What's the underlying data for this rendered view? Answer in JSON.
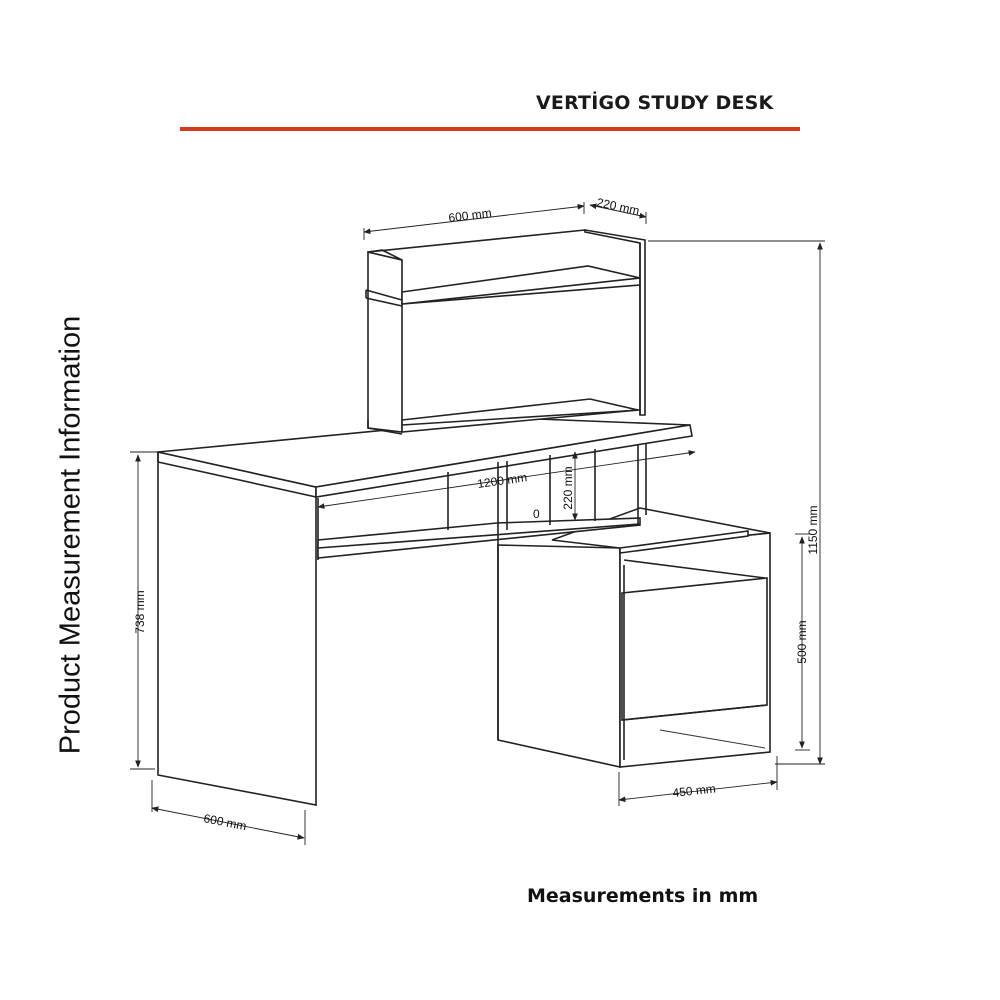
{
  "title": "VERTİGO STUDY DESK",
  "side_heading": "Product Measurement Information",
  "footnote": "Measurements in mm",
  "colors": {
    "accent_rule": "#d43a1e",
    "line": "#222222",
    "background": "#ffffff"
  },
  "dimensions": {
    "hutch_width": "600 mm",
    "hutch_depth": "220 mm",
    "total_height": "1150 mm",
    "desk_width": "1200 mm",
    "shelf_gap": "220 mm",
    "desk_height": "738 mm",
    "side_unit_height": "500 mm",
    "desk_depth": "600 mm",
    "side_unit_depth": "450 mm"
  }
}
